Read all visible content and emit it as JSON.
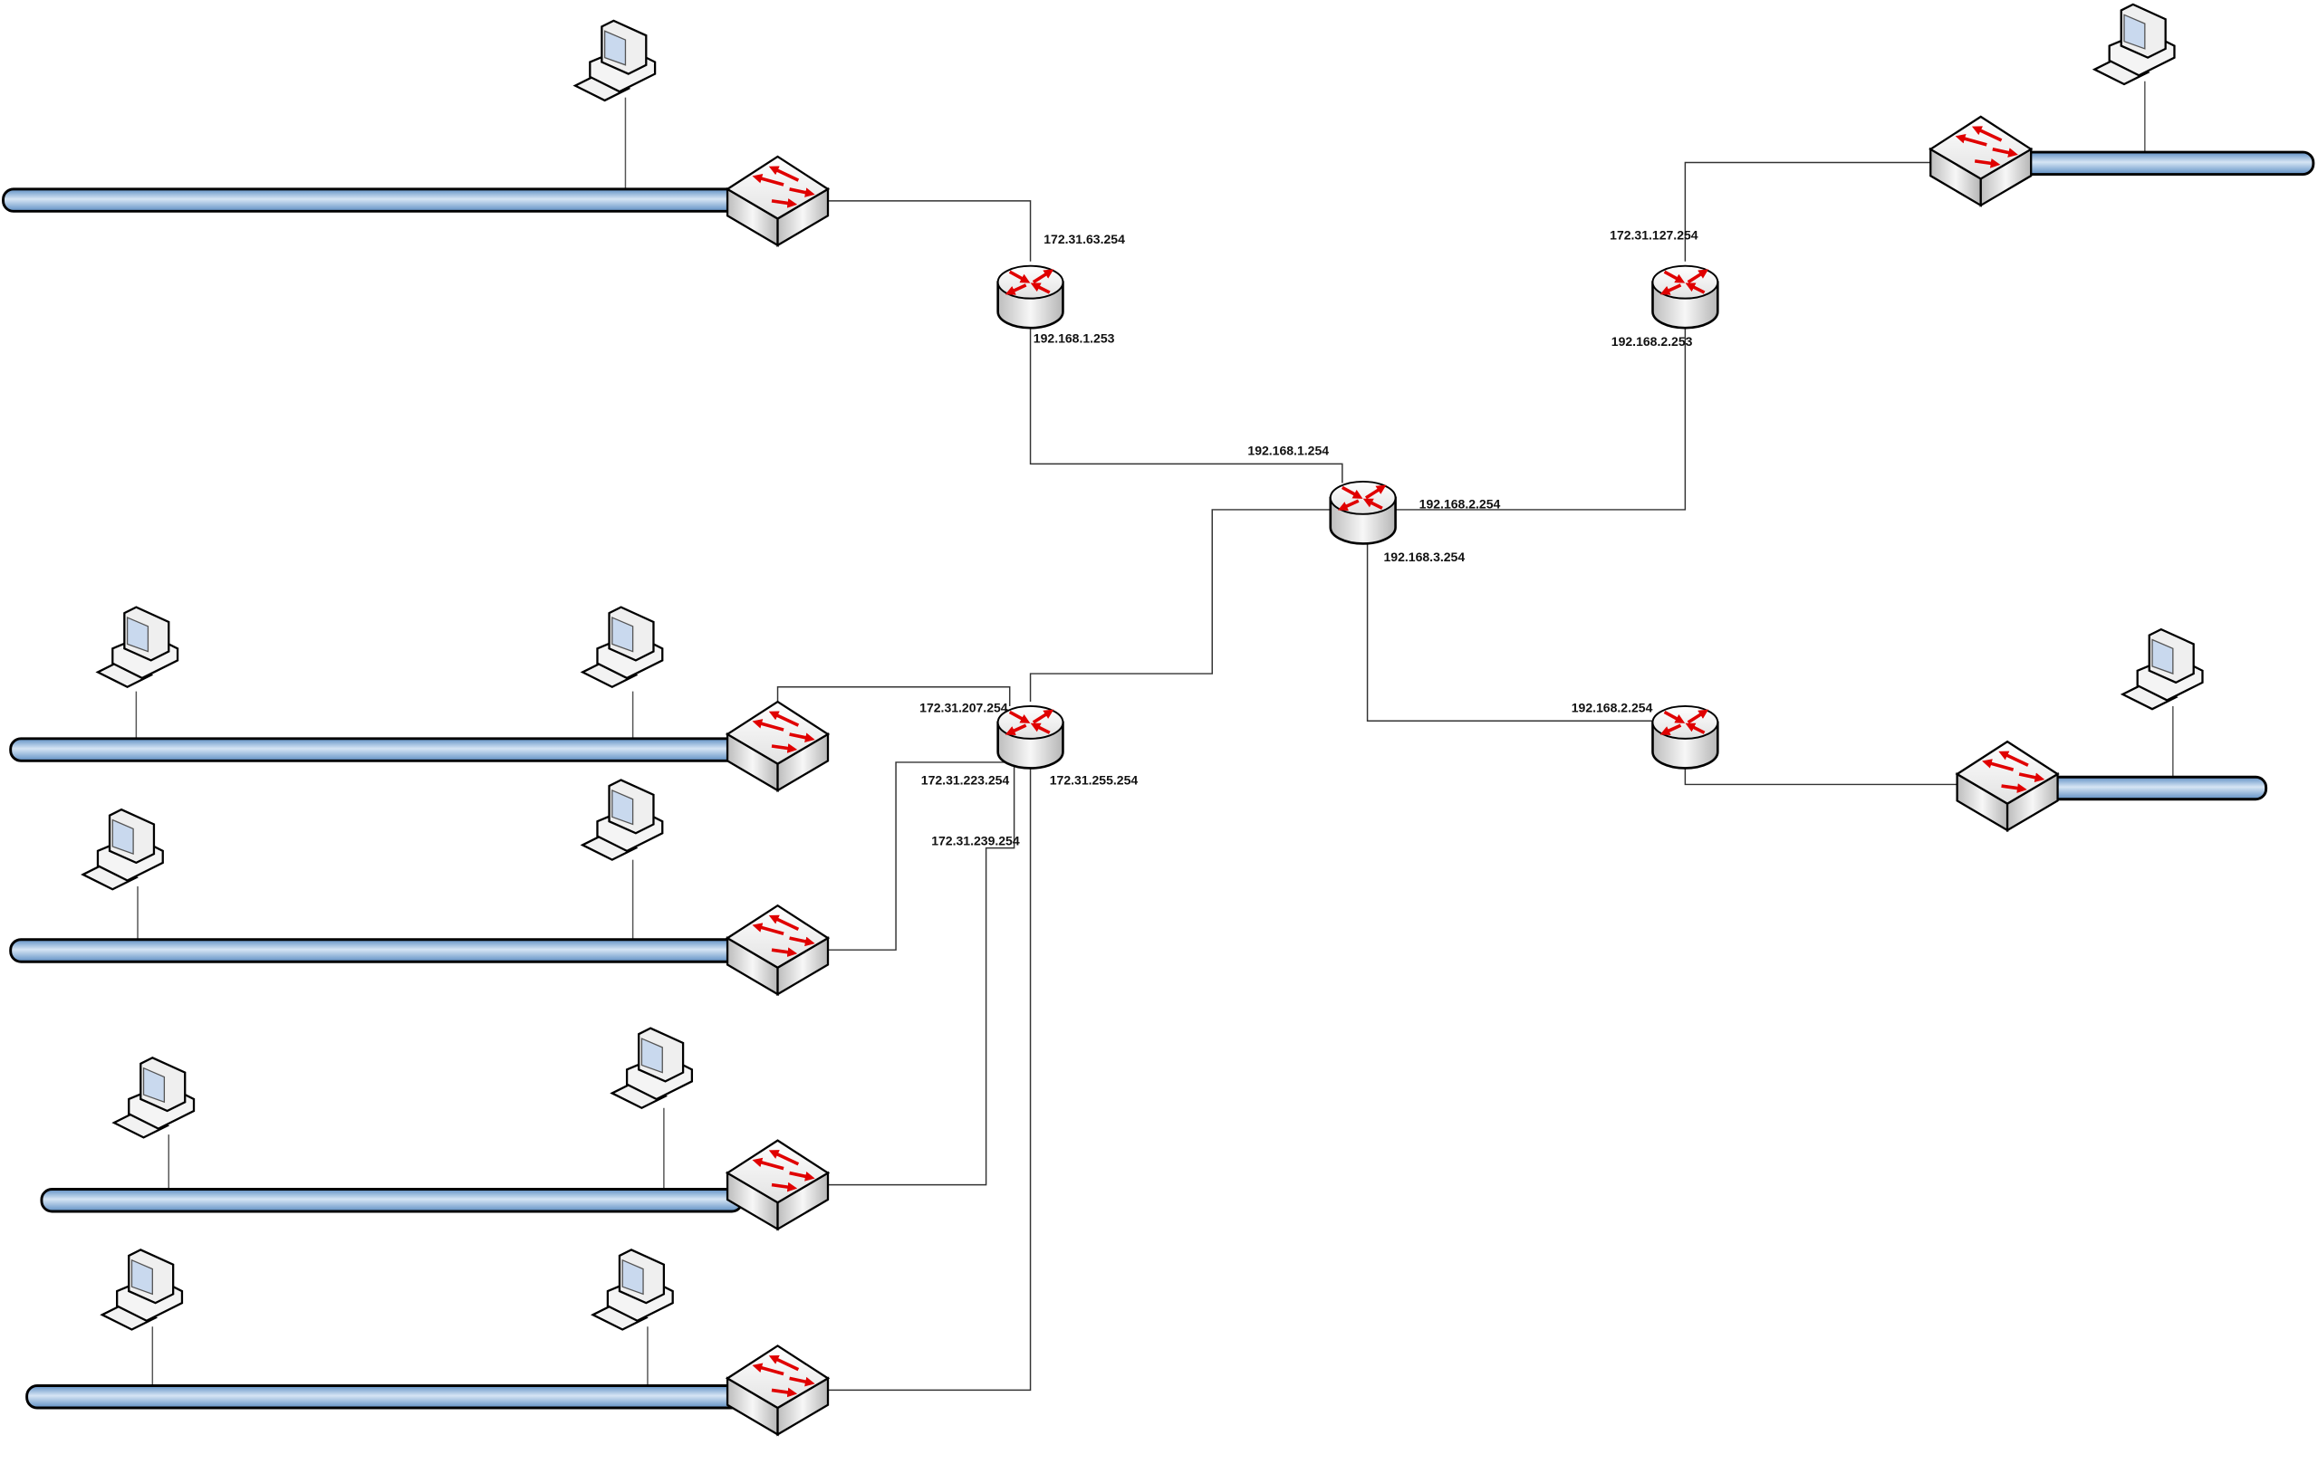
{
  "diagram": {
    "labels": [
      "172.31.63.254",
      "192.168.1.253",
      "192.168.1.254",
      "192.168.2.254",
      "192.168.3.254",
      "172.31.127.254",
      "192.168.2.253",
      "192.168.2.254",
      "172.31.207.254",
      "172.31.223.254",
      "172.31.255.254",
      "172.31.239.254"
    ],
    "colors": {
      "arrow": "#e00000",
      "bus": "#8fb3d9",
      "line": "#333333"
    }
  }
}
